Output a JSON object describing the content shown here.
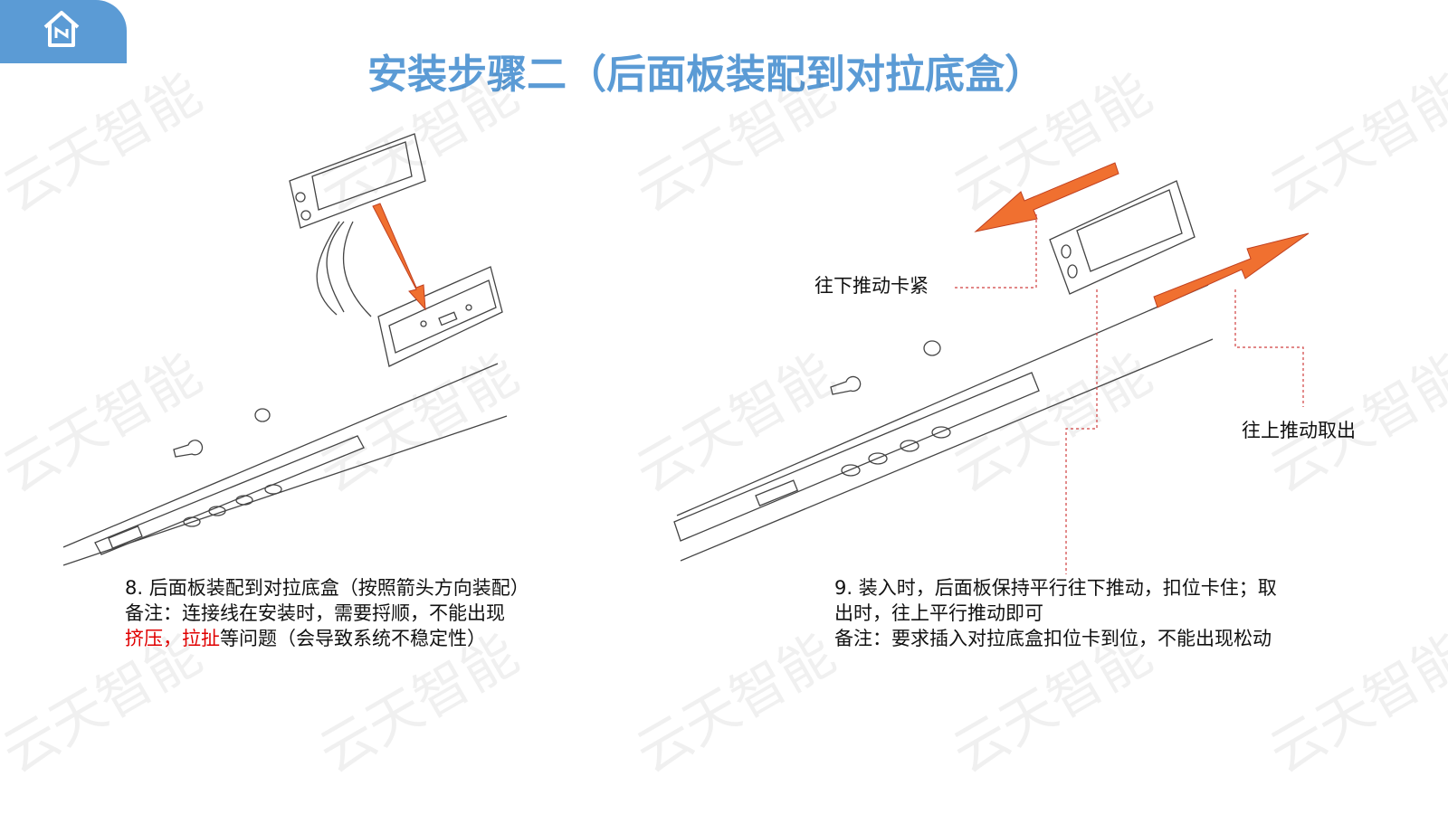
{
  "title": "安装步骤二（后面板装配到对拉底盒）",
  "watermark": "云天智能",
  "step8": {
    "line1": "8. 后面板装配到对拉底盒（按照箭头方向装配）",
    "line2": "备注：连接线在安装时，需要捋顺，不能出现",
    "line3_red": "挤压，拉扯",
    "line3_rest": "等问题（会导致系统不稳定性）"
  },
  "step9": {
    "line1": "9. 装入时，后面板保持平行往下推动，扣位卡住；取",
    "line2": "出时，往上平行推动即可",
    "line3": "备注：要求插入对拉底盒扣位卡到位，不能出现松动"
  },
  "labels": {
    "push_down": "往下推动卡紧",
    "push_up": "往上推动取出"
  },
  "colors": {
    "accent": "#5b9bd5",
    "arrow": "#f07030",
    "warning": "#e00000"
  }
}
